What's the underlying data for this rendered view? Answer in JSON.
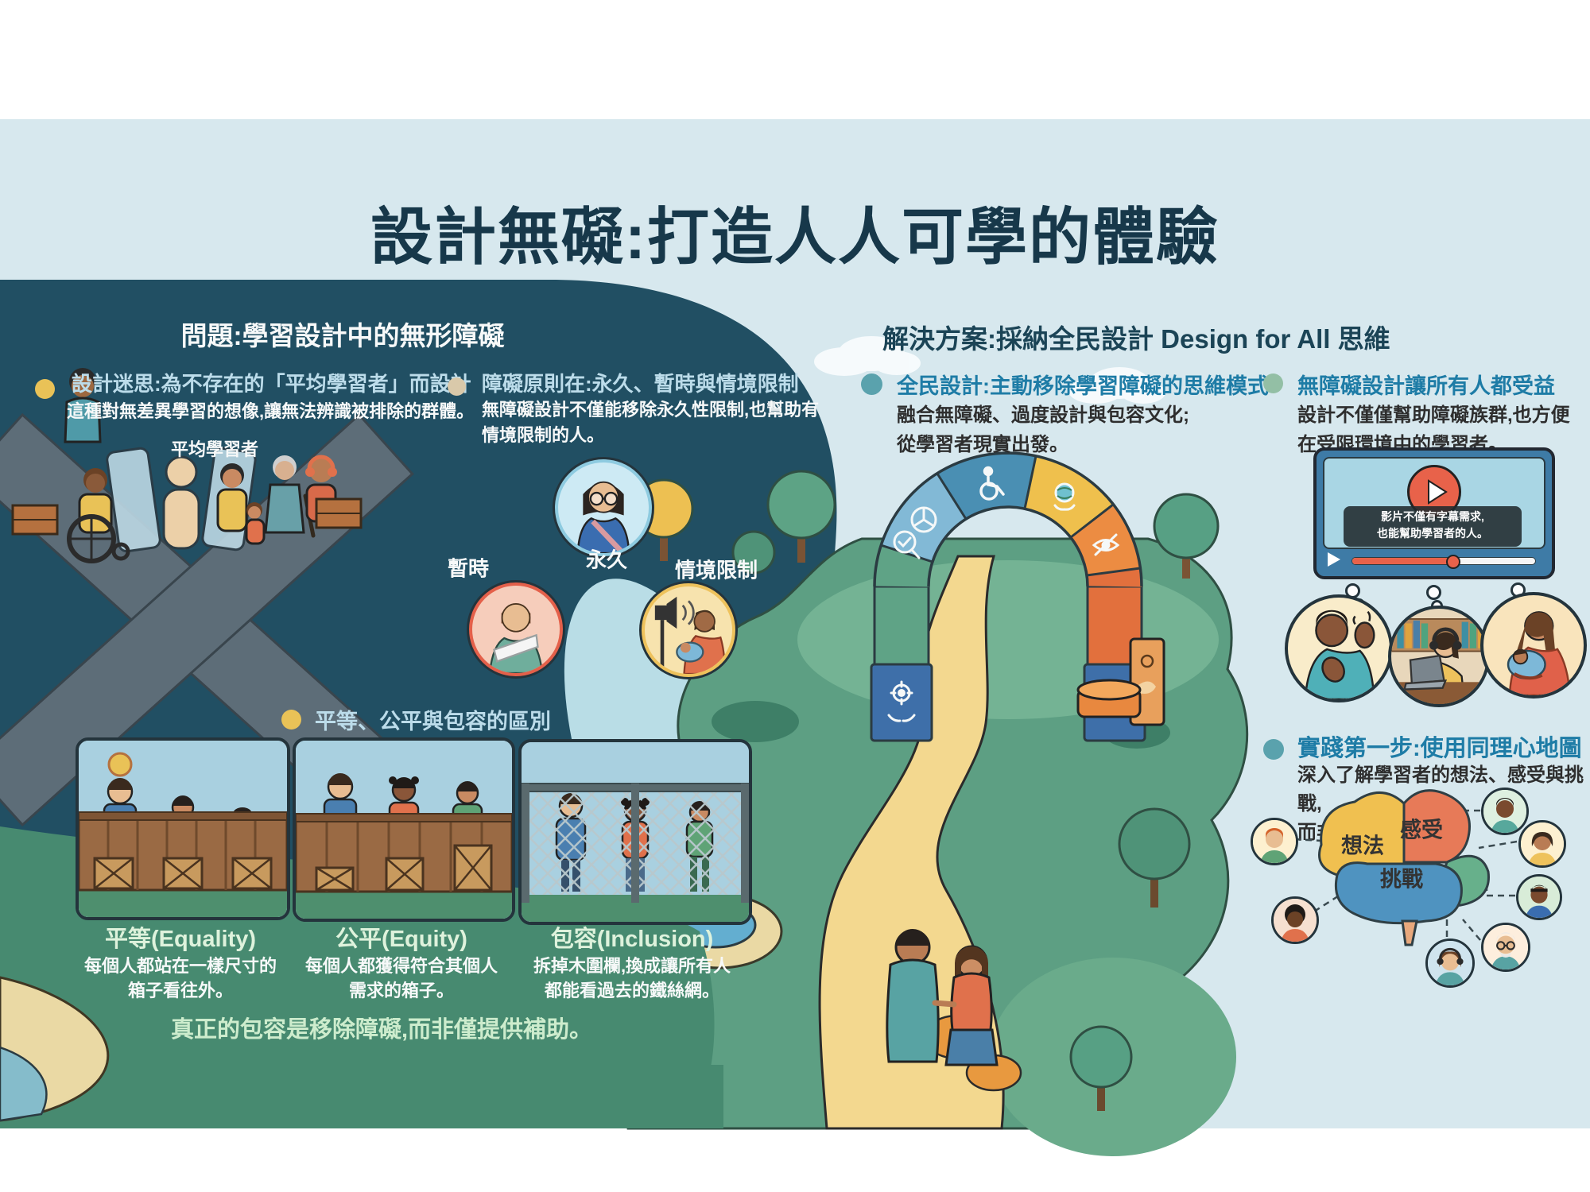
{
  "page": {
    "title": "設計無礙:打造人人可學的體驗"
  },
  "problem": {
    "header": "問題:學習設計中的無形障礙",
    "myth_heading": "設計迷思:為不存在的「平均學習者」而設計",
    "myth_body": "這種對無差異學習的想像,讓無法辨識被排除的群體。",
    "principle_heading": "障礙原則在:永久、暫時與情境限制",
    "principle_body_line1": "無障礙設計不僅能移除永久性限制,也幫助有",
    "principle_body_line2": "情境限制的人。",
    "average_learner_label": "平均學習者",
    "circle_temporary": "暫時",
    "circle_permanent": "永久",
    "circle_situational": "情境限制",
    "distinction_heading": "平等、公平與包容的區別",
    "equality_term": "平等(Equality)",
    "equality_desc_line1": "每個人都站在一樣尺寸的",
    "equality_desc_line2": "箱子看往外。",
    "equity_term": "公平(Equity)",
    "equity_desc_line1": "每個人都獲得符合其個人",
    "equity_desc_line2": "需求的箱子。",
    "inclusion_term": "包容(Inclusion)",
    "inclusion_desc_line1": "拆掉木圍欄,換成讓所有人",
    "inclusion_desc_line2": "都能看過去的鐵絲網。",
    "conclusion": "真正的包容是移除障礙,而非僅提供補助。"
  },
  "solution": {
    "header": "解決方案:採納全民設計 Design for All 思維",
    "universal_heading": "全民設計:主動移除學習障礙的思維模式",
    "universal_body_line1": "融合無障礙、過度設計與包容文化;",
    "universal_body_line2": "從學習者現實出發。",
    "benefit_heading": "無障礙設計讓所有人都受益",
    "benefit_body_line1": "設計不僅僅幫助障礙族群,也方便",
    "benefit_body_line2": "在受限環境中的學習者。",
    "video_caption_line1": "影片不僅有字幕需求,",
    "video_caption_line2": "也能幫助學習者的人。",
    "empathy_heading": "實踐第一步:使用同理心地圖",
    "empathy_body_line1": "深入了解學習者的想法、感受與挑戰,",
    "empathy_body_line2": "而非主觀猜測。",
    "brain_thoughts": "想法",
    "brain_feelings": "感受",
    "brain_challenges": "挑戰"
  },
  "icons": {
    "arch": [
      "gear-hands-icon",
      "magnifier-check-icon",
      "wind-turbine-icon",
      "wheelchair-icon",
      "globe-hands-icon",
      "eye-icon",
      "group-icon"
    ],
    "video": [
      "play-icon",
      "progress-bar"
    ]
  },
  "colors": {
    "background": "#d7e8ee",
    "panel_dark": "#214f63",
    "title": "#17384a",
    "heading_light": "#bcdcea",
    "heading_teal": "#1e7ca6",
    "ground_green": "#478a70",
    "text_light_green": "#cdeccd",
    "dot_yellow": "#e9c257",
    "dot_tan": "#d9c9aa",
    "dot_teal": "#5aa2ad",
    "dot_sage": "#93bfa5",
    "path_yellow": "#f3d88f",
    "play_red": "#e8624a"
  }
}
